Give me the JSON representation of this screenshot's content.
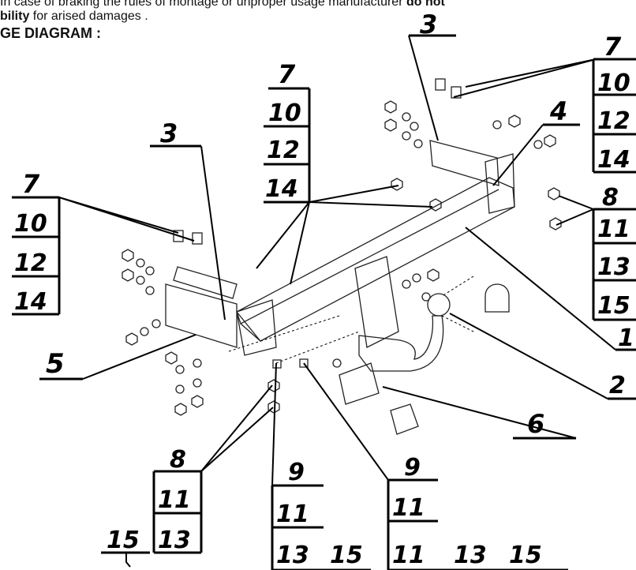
{
  "header": {
    "line1": "In case of braking the rules of montage or unproper usage manufacturer ",
    "line1_bold": "do not",
    "line2_bold": "bility",
    "line2": " for arised damages .",
    "line3": "GE DIAGRAM :"
  },
  "labels": {
    "top_3": "3",
    "right_7": "7",
    "right_10": "10",
    "right_12": "12",
    "right_14": "14",
    "label_4": "4",
    "right_8": "8",
    "right_11": "11",
    "right_13": "13",
    "right_15": "15",
    "label_1": "1",
    "label_2": "2",
    "label_6": "6",
    "mid_7": "7",
    "mid_10": "10",
    "mid_12": "12",
    "mid_14": "14",
    "left_3": "3",
    "left_7": "7",
    "left_10": "10",
    "left_12": "12",
    "left_14": "14",
    "label_5": "5",
    "bot_8": "8",
    "bot_11": "11",
    "bot_13": "13",
    "bot_15": "15",
    "bot_9a": "9",
    "bot_11a": "11",
    "bot_13a": "13",
    "bot_15a": "15",
    "bot_9b": "9",
    "bot_11b": "11",
    "bot_11c": "11",
    "bot_13b": "13",
    "bot_15b": "15"
  },
  "colors": {
    "ink": "#000000",
    "paper": "#ffffff"
  }
}
